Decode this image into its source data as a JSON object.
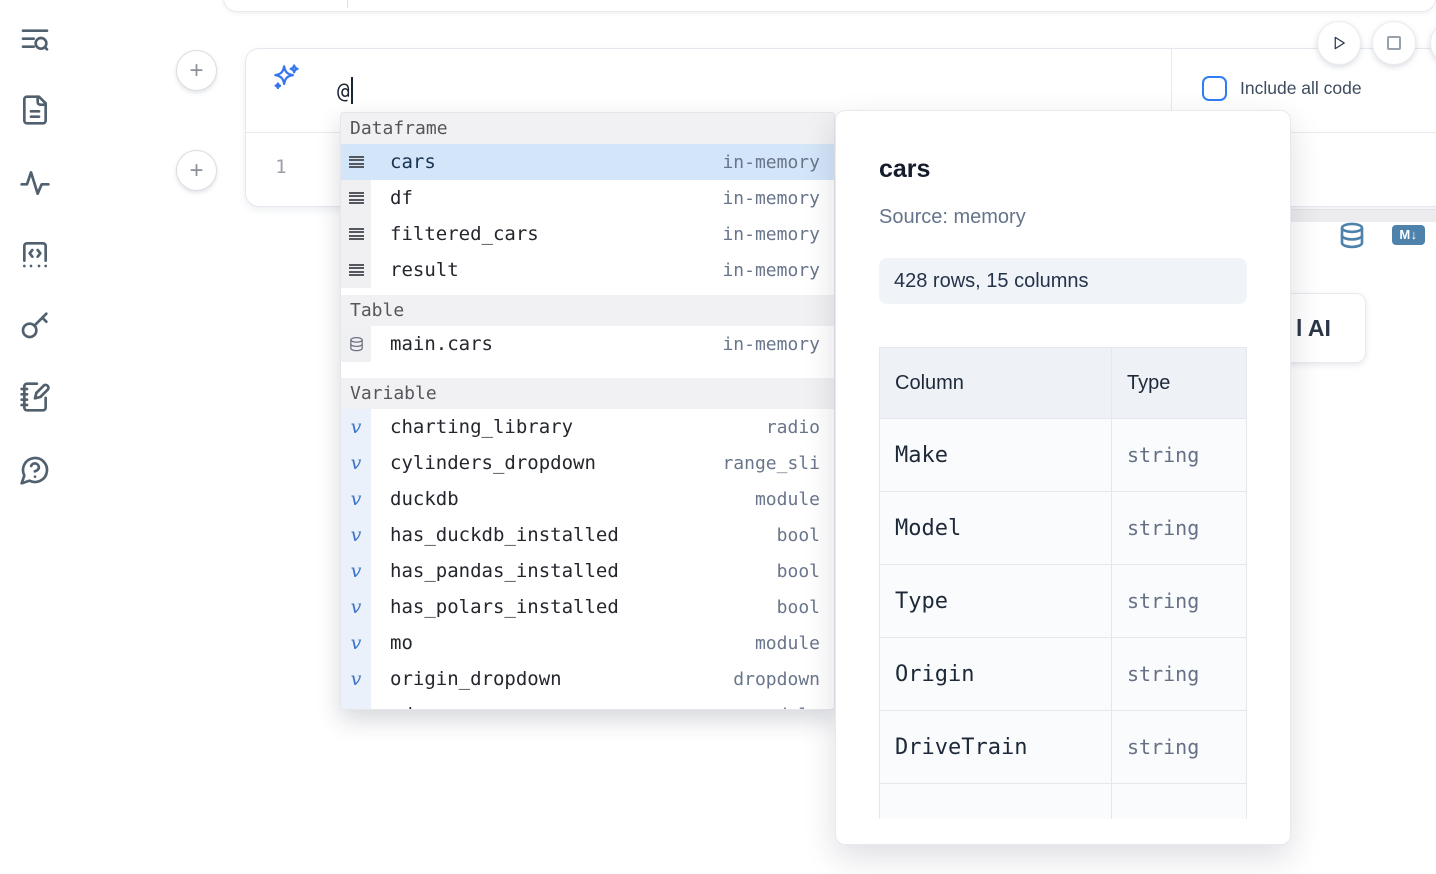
{
  "colors": {
    "accent_blue": "#3b82f6",
    "steel_blue": "#4e82ab",
    "selection_blue": "#d3e5f8",
    "variable_gutter": "#eaf1fb",
    "icon_slate": "#51606f"
  },
  "sidebar": {
    "icons": [
      "text-search",
      "file-document",
      "activity",
      "code-square",
      "key",
      "notebook-pen",
      "help-chat"
    ]
  },
  "run_controls": {
    "play": "run-button",
    "stop": "stop-button"
  },
  "plus_button_label": "+",
  "prompt_cell": {
    "input_value": "@",
    "include_all_code_label": "Include all code",
    "line_number": "1",
    "markdown_badge": "M↓"
  },
  "ai_button": {
    "visible_label": "l AI"
  },
  "autocomplete": {
    "sections": [
      {
        "label": "Dataframe",
        "items": [
          {
            "name": "cars",
            "type": "in-memory",
            "icon": "dataframe-rows-icon",
            "selected": true
          },
          {
            "name": "df",
            "type": "in-memory",
            "icon": "dataframe-rows-icon",
            "selected": false
          },
          {
            "name": "filtered_cars",
            "type": "in-memory",
            "icon": "dataframe-rows-icon",
            "selected": false
          },
          {
            "name": "result",
            "type": "in-memory",
            "icon": "dataframe-rows-icon",
            "selected": false
          }
        ]
      },
      {
        "label": "Table",
        "items": [
          {
            "name": "main.cars",
            "type": "in-memory",
            "icon": "database-icon",
            "selected": false
          }
        ]
      },
      {
        "label": "Variable",
        "items": [
          {
            "name": "charting_library",
            "type": "radio",
            "icon": "variable-icon",
            "selected": false
          },
          {
            "name": "cylinders_dropdown",
            "type": "range_sli",
            "icon": "variable-icon",
            "selected": false
          },
          {
            "name": "duckdb",
            "type": "module",
            "icon": "variable-icon",
            "selected": false
          },
          {
            "name": "has_duckdb_installed",
            "type": "bool",
            "icon": "variable-icon",
            "selected": false
          },
          {
            "name": "has_pandas_installed",
            "type": "bool",
            "icon": "variable-icon",
            "selected": false
          },
          {
            "name": "has_polars_installed",
            "type": "bool",
            "icon": "variable-icon",
            "selected": false
          },
          {
            "name": "mo",
            "type": "module",
            "icon": "variable-icon",
            "selected": false
          },
          {
            "name": "origin_dropdown",
            "type": "dropdown",
            "icon": "variable-icon",
            "selected": false
          },
          {
            "name": "pd",
            "type": "module",
            "icon": "variable-icon",
            "selected": false,
            "clipped": true
          }
        ]
      }
    ]
  },
  "preview": {
    "title": "cars",
    "source": "Source: memory",
    "shape_badge": "428 rows, 15 columns",
    "table": {
      "headers": [
        "Column",
        "Type"
      ],
      "rows": [
        [
          "Make",
          "string"
        ],
        [
          "Model",
          "string"
        ],
        [
          "Type",
          "string"
        ],
        [
          "Origin",
          "string"
        ],
        [
          "DriveTrain",
          "string"
        ]
      ]
    }
  }
}
